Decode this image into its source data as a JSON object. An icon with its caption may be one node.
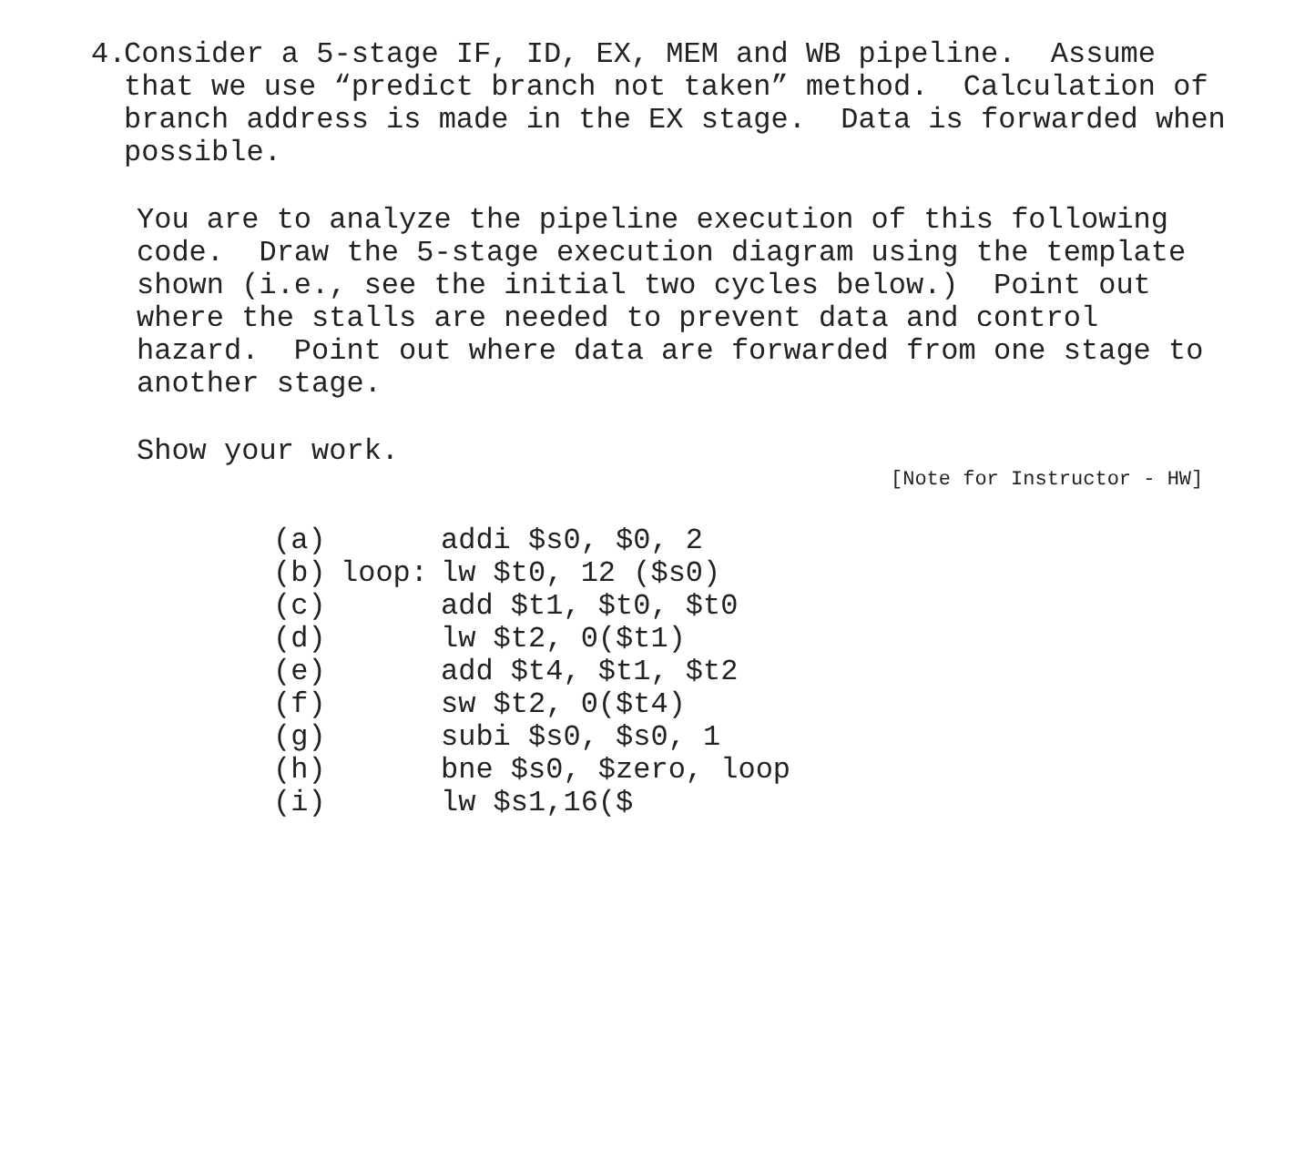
{
  "diagram": {
    "labels": [
      "4.",
      "Consider a 5-stage IF, ID, EX, MEM and WB pipeline.  Assume that we use “predict branch not taken” method.  Calculation of branch address is made in the EX stage.  Data is forwarded when possible.",
      "You are to analyze the pipeline execution of this following code.  Draw the 5-stage execution diagram using the template shown (i.e., see the initial two cycles below.)  Point out where the stalls are needed to prevent data and control hazard.  Point out where data are forwarded from one stage to another stage.",
      "Show your work.",
      "[Note for Instructor - HW]",
      "(a)",
      "addi $s0, $0, 2",
      "(b)",
      "loop:",
      "lw $t0, 12 ($s0)",
      "(c)",
      "add $t1, $t0, $t0",
      "(d)",
      "lw $t2, 0($t1)",
      "(e)",
      "add $t4, $t1, $t2",
      "(f)",
      "sw $t2, 0($t4)",
      "(g)",
      "subi $s0, $s0, 1",
      "(h)",
      "bne $s0, $zero, loop",
      "(i)",
      "lw $s1,16($"
    ]
  }
}
